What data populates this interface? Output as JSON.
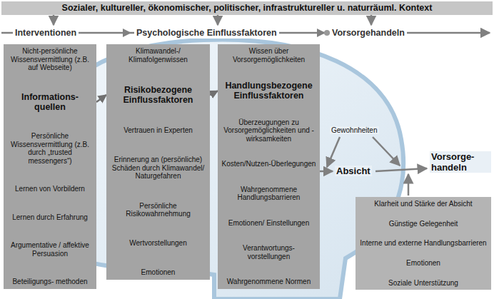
{
  "diagram": {
    "nodes": [
      {
        "text": [
          "Sozialer, kultureller, ökonomischer, politischer, infrastruktureller u. naturräuml. Kontext"
        ]
      },
      {
        "text": [
          "Nicht-persönliche Wissensvermittlung (z.B. auf Webseite)",
          "Informations- quellen",
          "Persönliche Wissensvermittlung (z.B. durch „trusted messengers“)",
          "Lernen von Vorbildern",
          "Lernen durch Erfahrung",
          "Argumentative / affektive Persuasion",
          "Beteiligungs- methoden"
        ]
      },
      {
        "text": [
          "Klimawandel-/ Klimafolgenwissen",
          "Risikobezogene Einflussfaktoren",
          "Vertrauen in Experten",
          "Erinnerung an (persönliche) Schäden durch Klimawandel/ Naturgefahren",
          "Persönliche Risikowahrnehmung",
          "Wertvorstellungen",
          "Emotionen"
        ]
      },
      {
        "text": [
          "Wissen über Vorsorgemöglichkeiten",
          "Handlungsbezogene Einflussfaktoren",
          "Überzeugungen zu Vorsorgemöglichkeiten und -wirksamkeiten",
          "Kosten/Nutzen-Überlegungen",
          "Wahrgenommene Handlungsbarrieren",
          "Emotionen/ Einstellungen",
          "Verantwortungs- vorstellungen",
          "Wahrgenommene Normen"
        ]
      },
      {
        "text": [
          "Klarheit und Stärke der Absicht",
          "Günstige Gelegenheit",
          "Interne und externe Handlungsbarrieren",
          "Emotionen",
          "Soziale Unterstützung"
        ]
      }
    ],
    "edges": [
      {
        "from": 1,
        "to": 2,
        "arrow": "to"
      },
      {
        "from": 2,
        "to": 3,
        "arrow": "to"
      }
    ],
    "labels": [
      "Interventionen",
      "Psychologische Einflussfaktoren",
      "Vorsorgehandeln",
      "Gewohnheiten",
      "Absicht",
      "Vorsorge- handeln"
    ]
  }
}
